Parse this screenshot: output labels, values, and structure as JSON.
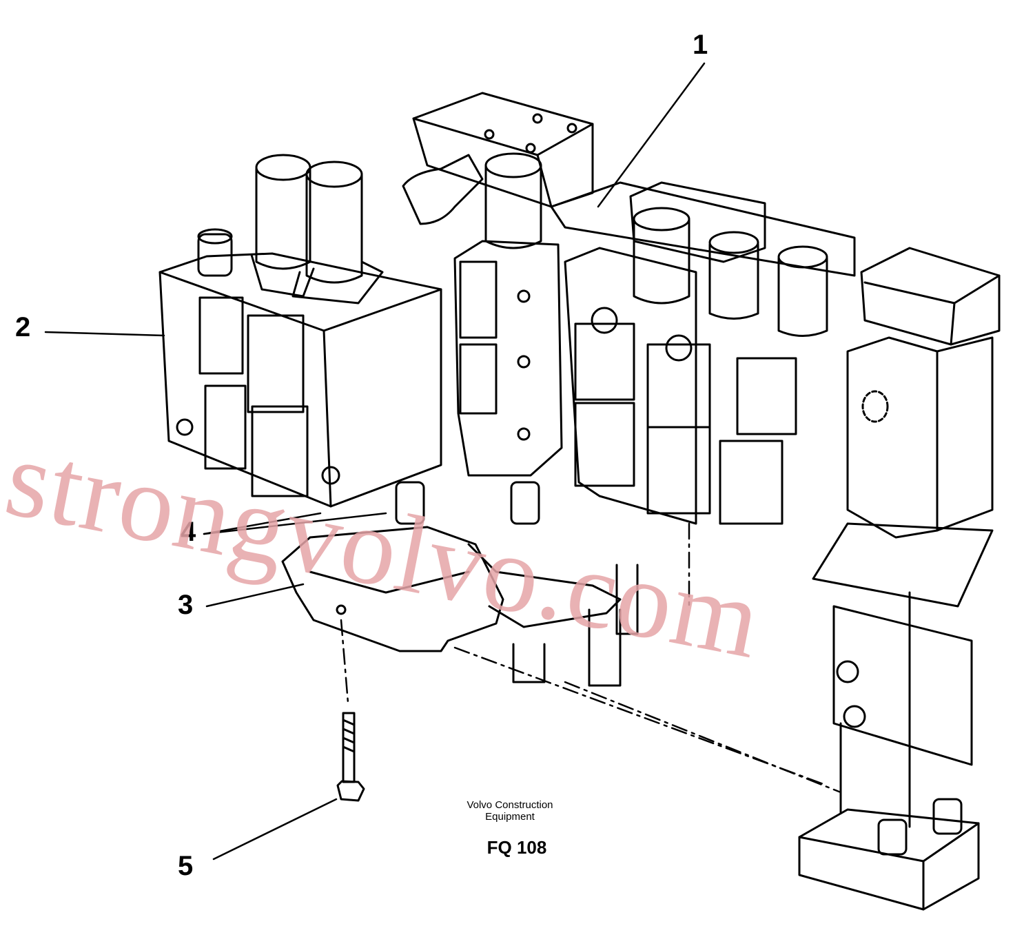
{
  "callouts": {
    "c1": "1",
    "c2": "2",
    "c3": "3",
    "c4": "4",
    "c5": "5"
  },
  "caption": {
    "line1": "Volvo Construction",
    "line2": "Equipment",
    "code": "FQ 108"
  },
  "watermark": "strongvolvo.com",
  "colors": {
    "line": "#000000",
    "watermark": "#e6a5a8",
    "background": "#ffffff"
  }
}
